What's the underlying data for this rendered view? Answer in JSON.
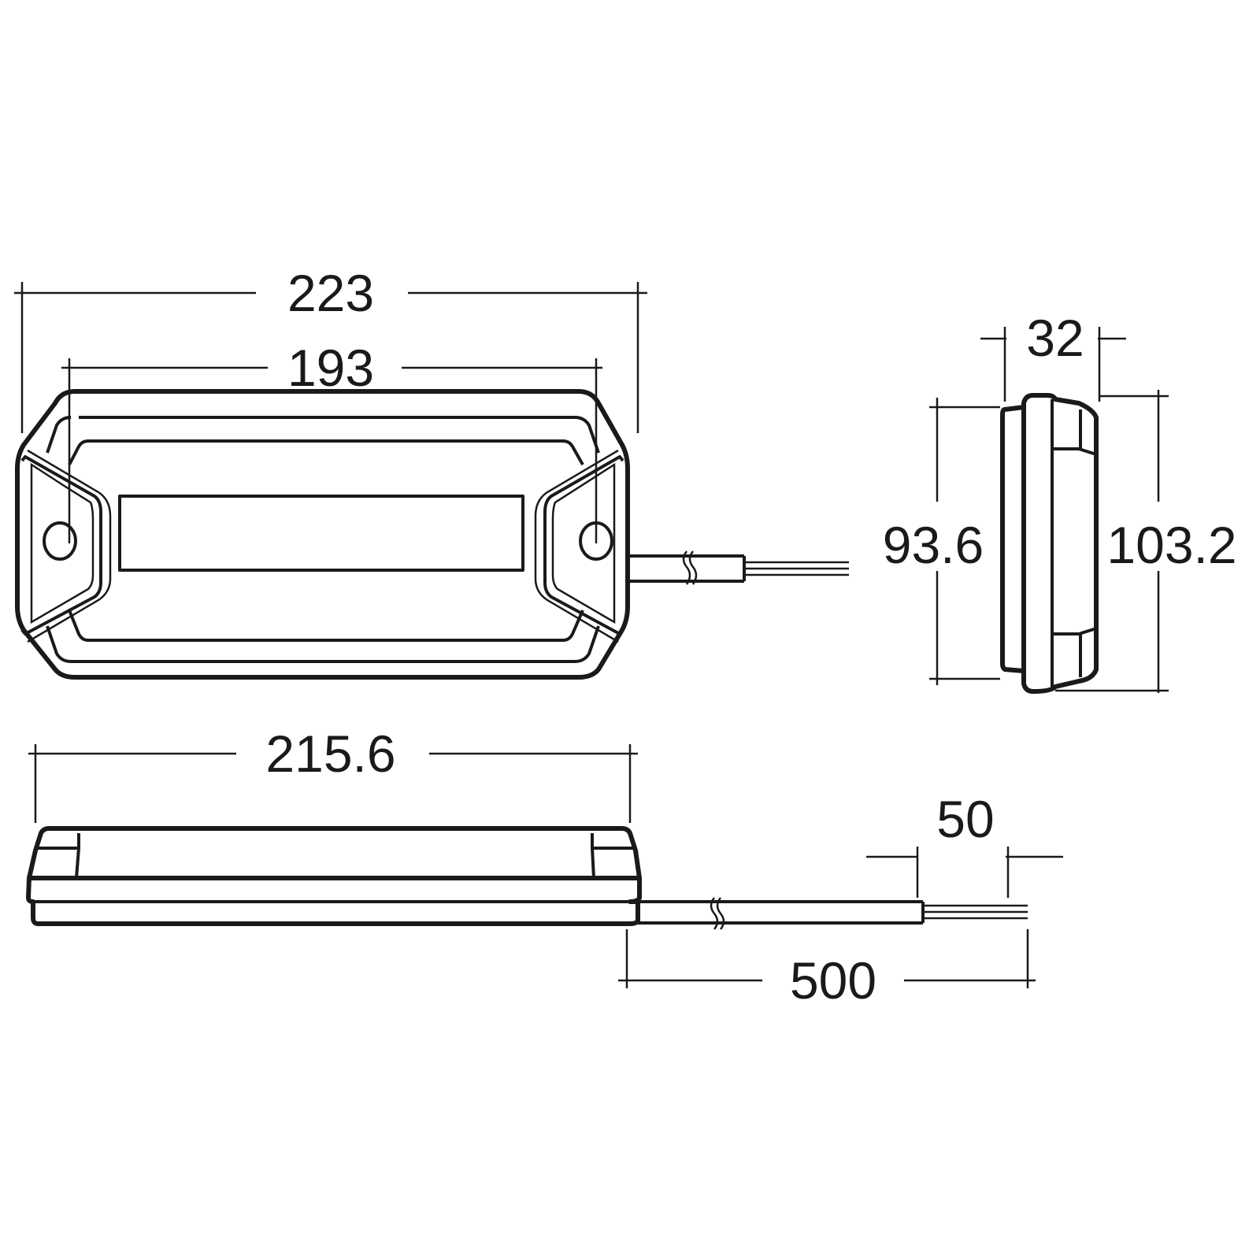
{
  "dimensions": {
    "overall_length": "223",
    "mounting_hole_spacing": "193",
    "base_length": "215.6",
    "depth": "32",
    "base_height": "93.6",
    "overall_height": "103.2",
    "wire_strip_length": "50",
    "cable_length": "500"
  },
  "colors": {
    "line": "#1a1a1a",
    "background": "#ffffff"
  }
}
